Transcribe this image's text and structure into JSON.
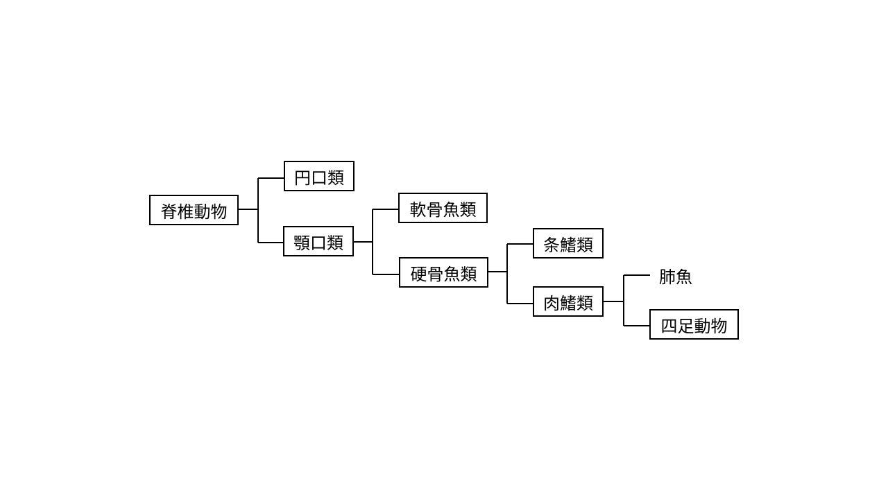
{
  "diagram": {
    "line_color": "#000000",
    "nodes": {
      "vertebrates": "脊椎動物",
      "cyclostomes": "円口類",
      "gnathostomes": "顎口類",
      "cartilaginous_fish": "軟骨魚類",
      "bony_fish": "硬骨魚類",
      "ray_finned": "条鰭類",
      "lobe_finned": "肉鰭類",
      "lungfish": "肺魚",
      "tetrapods": "四足動物"
    }
  }
}
